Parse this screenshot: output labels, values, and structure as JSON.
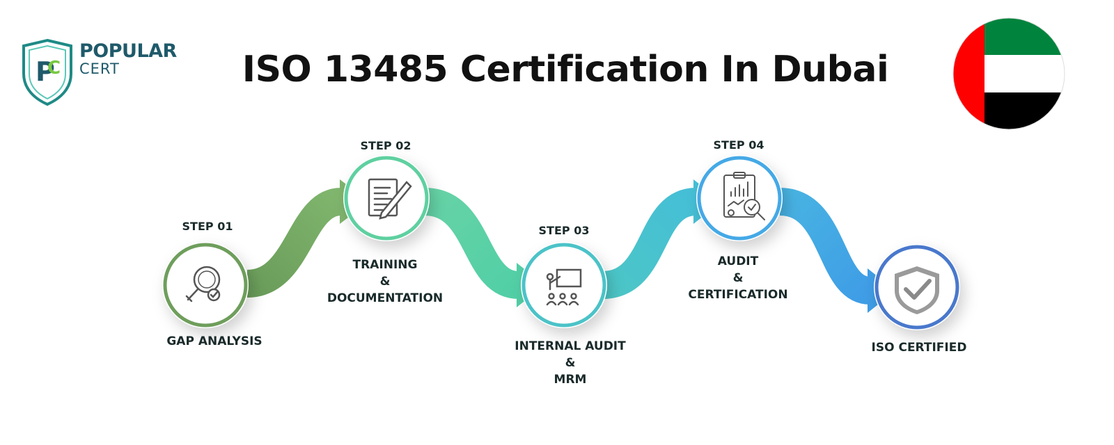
{
  "logo": {
    "line1": "POPULAR",
    "line2": "CERT",
    "monogram": "PC"
  },
  "title": "ISO 13485 Certification In Dubai",
  "flag": {
    "colors": [
      "#00843d",
      "#ffffff",
      "#000000",
      "#ff0000"
    ]
  },
  "steps": [
    {
      "step": "STEP 01",
      "name": [
        "GAP ANALYSIS"
      ],
      "icon": "magnifier-check-icon",
      "color": "#6e9e5c"
    },
    {
      "step": "STEP 02",
      "name": [
        "TRAINING",
        "&",
        "DOCUMENTATION"
      ],
      "icon": "document-pen-icon",
      "color": "#5fd0a0"
    },
    {
      "step": "STEP 03",
      "name": [
        "INTERNAL AUDIT",
        "&",
        "MRM"
      ],
      "icon": "presentation-board-icon",
      "color": "#4cc3c8"
    },
    {
      "step": "STEP 04",
      "name": [
        "AUDIT",
        "&",
        "CERTIFICATION"
      ],
      "icon": "report-magnifier-icon",
      "color": "#44a9e6"
    },
    {
      "step": "",
      "name": [
        "ISO CERTIFIED"
      ],
      "icon": "shield-check-icon",
      "color": "#4a78cc"
    }
  ]
}
